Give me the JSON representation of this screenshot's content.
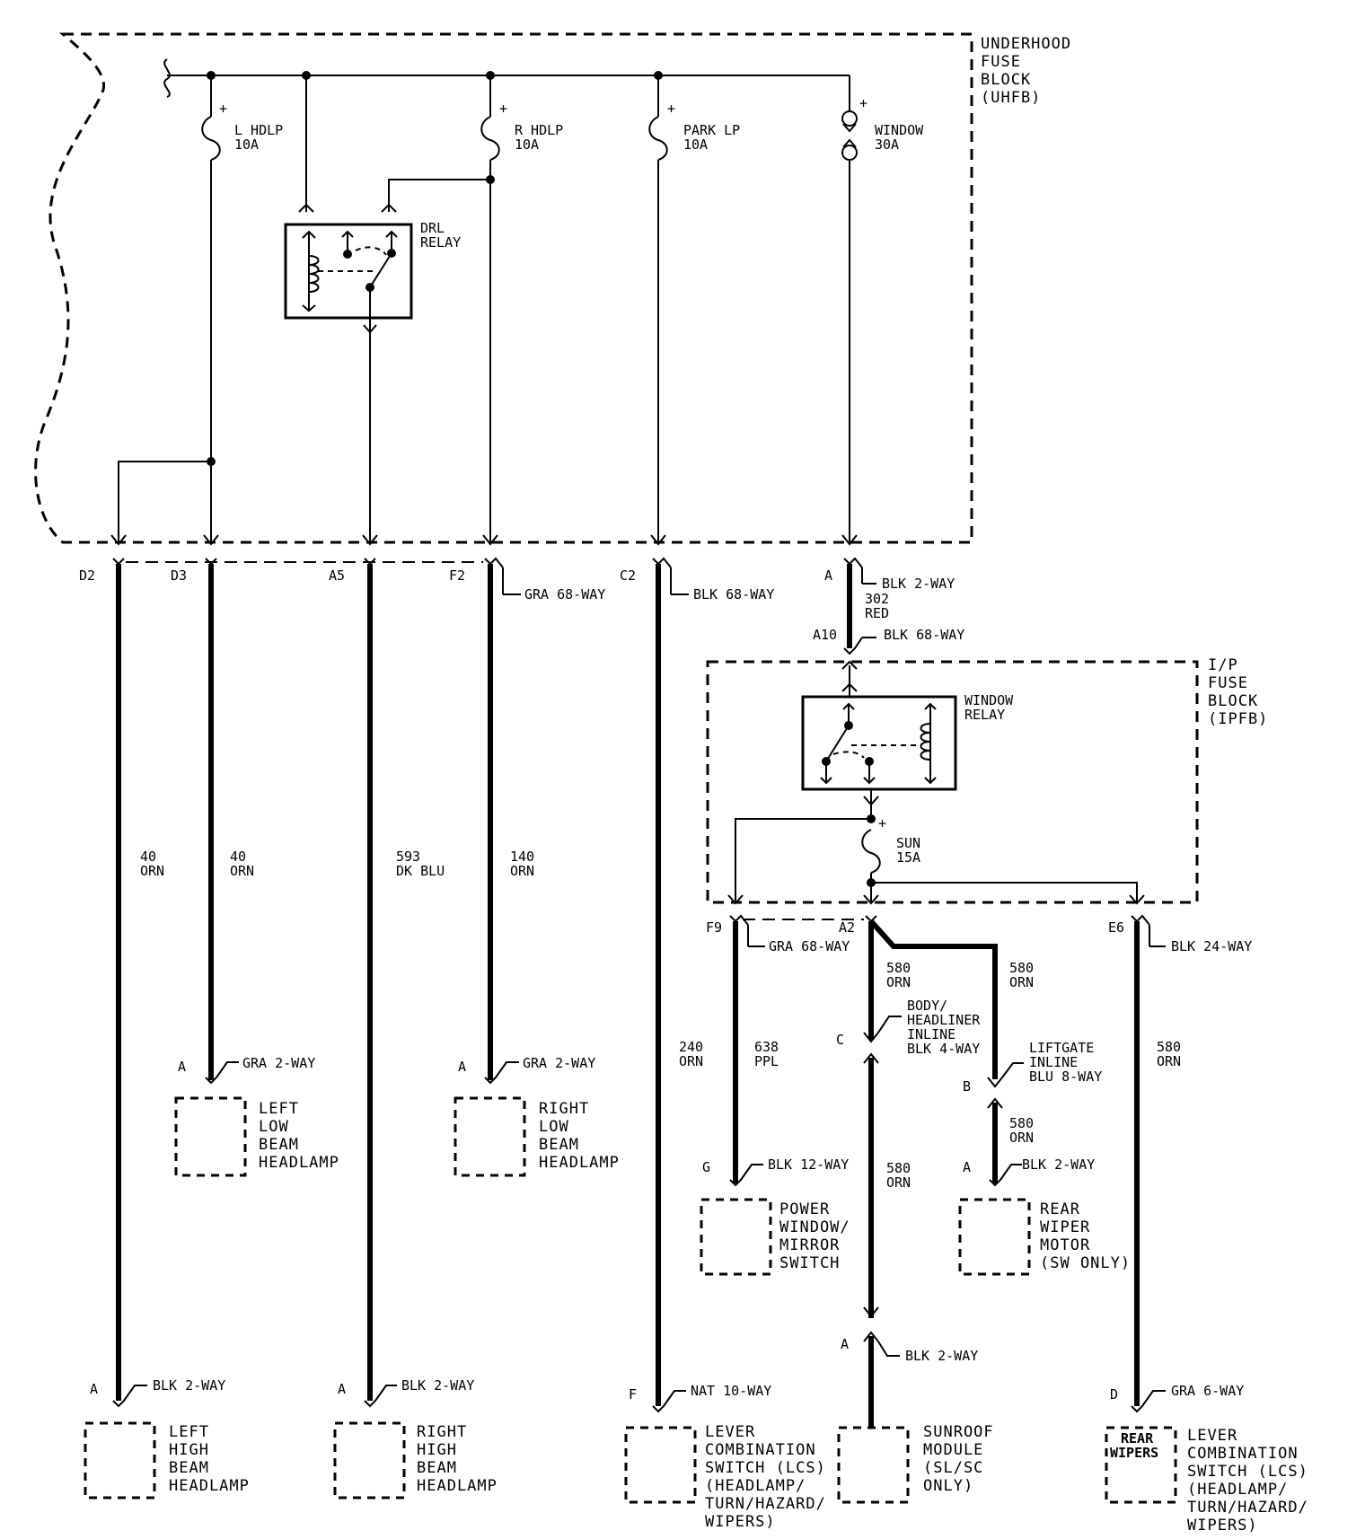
{
  "uhfb": {
    "lines": [
      "UNDERHOOD",
      "FUSE",
      "BLOCK",
      "(UHFB)"
    ]
  },
  "ipfb": {
    "lines": [
      "I/P",
      "FUSE",
      "BLOCK",
      "(IPFB)"
    ]
  },
  "fuses": {
    "l_hdlp": {
      "name": "L HDLP",
      "rating": "10A"
    },
    "r_hdlp": {
      "name": "R HDLP",
      "rating": "10A"
    },
    "park_lp": {
      "name": "PARK LP",
      "rating": "10A"
    },
    "window": {
      "name": "WINDOW",
      "rating": "30A"
    },
    "sun": {
      "name": "SUN",
      "rating": "15A"
    }
  },
  "relays": {
    "drl": {
      "lines": [
        "DRL",
        "RELAY"
      ]
    },
    "window": {
      "lines": [
        "WINDOW",
        "RELAY"
      ]
    }
  },
  "pins": {
    "d2": "D2",
    "d3": "D3",
    "a5": "A5",
    "f2": "F2",
    "c2": "C2",
    "a_top": "A",
    "a10": "A10",
    "f9": "F9",
    "a2": "A2",
    "e6": "E6",
    "c_inline": "C",
    "b_inline": "B",
    "a_left_low": "A",
    "a_right_low": "A",
    "g_pw": "G",
    "a_rear_wiper": "A",
    "a_left_high": "A",
    "a_right_high": "A",
    "f_lcs": "F",
    "a_sunroof": "A",
    "d_lcs2": "D"
  },
  "connectors": {
    "gra68_f2": "GRA 68-WAY",
    "blk68_c2": "BLK 68-WAY",
    "blk2_a": "BLK 2-WAY",
    "blk68_a10": "BLK 68-WAY",
    "gra68_f9": "GRA 68-WAY",
    "blk24_e6": "BLK 24-WAY",
    "body_inline": [
      "BODY/",
      "HEADLINER",
      "INLINE",
      "BLK 4-WAY"
    ],
    "liftgate_inline": [
      "LIFTGATE",
      "INLINE",
      "BLU 8-WAY"
    ],
    "gra2_left_low": "GRA 2-WAY",
    "gra2_right_low": "GRA 2-WAY",
    "blk12_pw": "BLK 12-WAY",
    "blk2_rear_wiper": "BLK 2-WAY",
    "blk2_sunroof": "BLK 2-WAY",
    "blk2_left_high": "BLK 2-WAY",
    "blk2_right_high": "BLK 2-WAY",
    "nat10_lcs": "NAT 10-WAY",
    "gra6_lcs2": "GRA 6-WAY"
  },
  "wires": {
    "w40_a": [
      "40",
      "ORN"
    ],
    "w40_b": [
      "40",
      "ORN"
    ],
    "w593": [
      "593",
      "DK BLU"
    ],
    "w140": [
      "140",
      "ORN"
    ],
    "w302": [
      "302",
      "RED"
    ],
    "w240": [
      "240",
      "ORN"
    ],
    "w638": [
      "638",
      "PPL"
    ],
    "w580_a": [
      "580",
      "ORN"
    ],
    "w580_b": [
      "580",
      "ORN"
    ],
    "w580_c": [
      "580",
      "ORN"
    ],
    "w580_d": [
      "580",
      "ORN"
    ],
    "w580_e": [
      "580",
      "ORN"
    ]
  },
  "components": {
    "left_low": [
      "LEFT",
      "LOW",
      "BEAM",
      "HEADLAMP"
    ],
    "right_low": [
      "RIGHT",
      "LOW",
      "BEAM",
      "HEADLAMP"
    ],
    "power_window": [
      "POWER",
      "WINDOW/",
      "MIRROR",
      "SWITCH"
    ],
    "rear_wiper": [
      "REAR",
      "WIPER",
      "MOTOR",
      "(SW ONLY)"
    ],
    "left_high": [
      "LEFT",
      "HIGH",
      "BEAM",
      "HEADLAMP"
    ],
    "right_high": [
      "RIGHT",
      "HIGH",
      "BEAM",
      "HEADLAMP"
    ],
    "lcs1": [
      "LEVER",
      "COMBINATION",
      "SWITCH (LCS)",
      "(HEADLAMP/",
      "TURN/HAZARD/",
      "WIPERS)"
    ],
    "sunroof": [
      "SUNROOF",
      "MODULE",
      "(SL/SC",
      "ONLY)"
    ],
    "lcs2_inner": [
      "REAR",
      "WIPERS"
    ],
    "lcs2": [
      "LEVER",
      "COMBINATION",
      "SWITCH (LCS)",
      "(HEADLAMP/",
      "TURN/HAZARD/",
      "WIPERS)"
    ]
  }
}
